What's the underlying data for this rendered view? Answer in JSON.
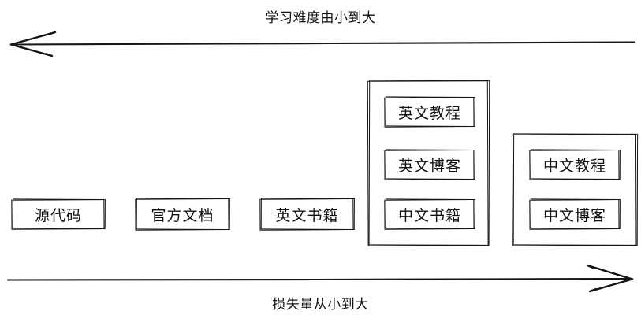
{
  "diagram": {
    "top_axis": {
      "label": "学习难度由小到大",
      "direction": "left"
    },
    "bottom_axis": {
      "label": "损失量从小到大",
      "direction": "right"
    },
    "nodes": [
      {
        "id": "source-code",
        "label": "源代码"
      },
      {
        "id": "official-docs",
        "label": "官方文档"
      },
      {
        "id": "english-books",
        "label": "英文书籍"
      }
    ],
    "groups": [
      {
        "id": "english-group",
        "items": [
          {
            "id": "english-tutorial",
            "label": "英文教程"
          },
          {
            "id": "english-blog",
            "label": "英文博客"
          },
          {
            "id": "chinese-books",
            "label": "中文书籍"
          }
        ]
      },
      {
        "id": "chinese-group",
        "items": [
          {
            "id": "chinese-tutorial",
            "label": "中文教程"
          },
          {
            "id": "chinese-blog",
            "label": "中文博客"
          }
        ]
      }
    ]
  }
}
